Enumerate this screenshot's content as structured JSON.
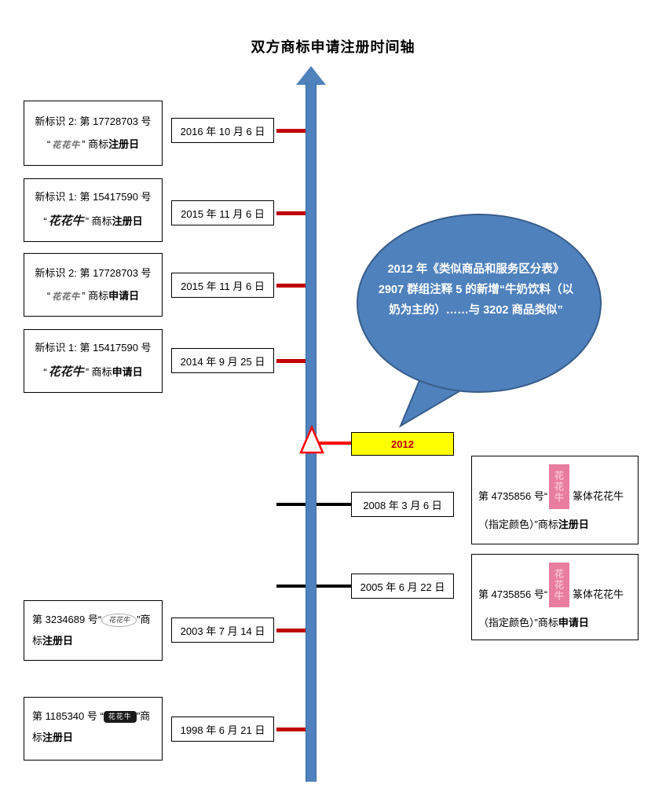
{
  "title": "双方商标申请注册时间轴",
  "colors": {
    "timeline_blue": "#4f81bd",
    "timeline_border": "#3a6ea5",
    "bubble_blue": "#4f81bd",
    "bubble_border": "#385d8a",
    "tick_red": "#c00000",
    "tick_black": "#000000",
    "connector_red": "#ff0000",
    "marker_triangle_red": "#ff0000",
    "highlight_yellow": "#ffff00",
    "highlight_text_red": "#c00000",
    "seal_pink": "#e87d9f"
  },
  "bubble": {
    "text": "2012 年《类似商品和服务区分表》2907 群组注释 5 的新增“牛奶饮料（以奶为主的）……与 3202 商品类似”"
  },
  "milestone": {
    "year": "2012"
  },
  "left_events": [
    {
      "title_line": "新标识 2: 第 17728703 号",
      "quote_open": "“",
      "logo_text": "花花牛",
      "quote_close": "”",
      "label_prefix": " 商标",
      "label_bold": "注册日",
      "date": "2016 年 10 月 6 日"
    },
    {
      "title_line": "新标识 1: 第 15417590 号",
      "quote_open": "“",
      "logo_text": "花花牛",
      "quote_close": "”",
      "label_prefix": " 商标",
      "label_bold": "注册日",
      "date": "2015 年 11 月 6 日"
    },
    {
      "title_line": "新标识 2: 第 17728703 号",
      "quote_open": "“",
      "logo_text": "花花牛",
      "quote_close": "”",
      "label_prefix": " 商标",
      "label_bold": "申请日",
      "date": "2015 年 11 月 6 日"
    },
    {
      "title_line": "新标识 1: 第 15417590 号",
      "quote_open": "“",
      "logo_text": "花花牛",
      "quote_close": "”",
      "label_prefix": " 商标",
      "label_bold": "申请日",
      "date": "2014 年 9 月 25 日"
    }
  ],
  "bottom_left_events": [
    {
      "prefix": "第 3234689 号“",
      "logo_text": "花花牛",
      "mid": "”商标",
      "label_bold": "注册日",
      "date": "2003 年 7 月 14 日"
    },
    {
      "prefix": "第 1185340 号 “",
      "logo_text": "花花牛",
      "mid": "”商标",
      "label_bold": "注册日",
      "date": "1998 年 6 月 21 日"
    }
  ],
  "right_events": [
    {
      "part1": "第 4735856 号“",
      "logo_text": "花花牛",
      "part2": "篆体花花牛",
      "part3_pre": "（指定颜色）”商标",
      "part3_bold": "注册日",
      "date": "2008 年 3 月 6 日"
    },
    {
      "part1": "第 4735856 号“",
      "logo_text": "花花牛",
      "part2": "篆体花花牛",
      "part3_pre": "（指定颜色）”商标",
      "part3_bold": "申请日",
      "date": "2005 年 6 月 22 日"
    }
  ]
}
